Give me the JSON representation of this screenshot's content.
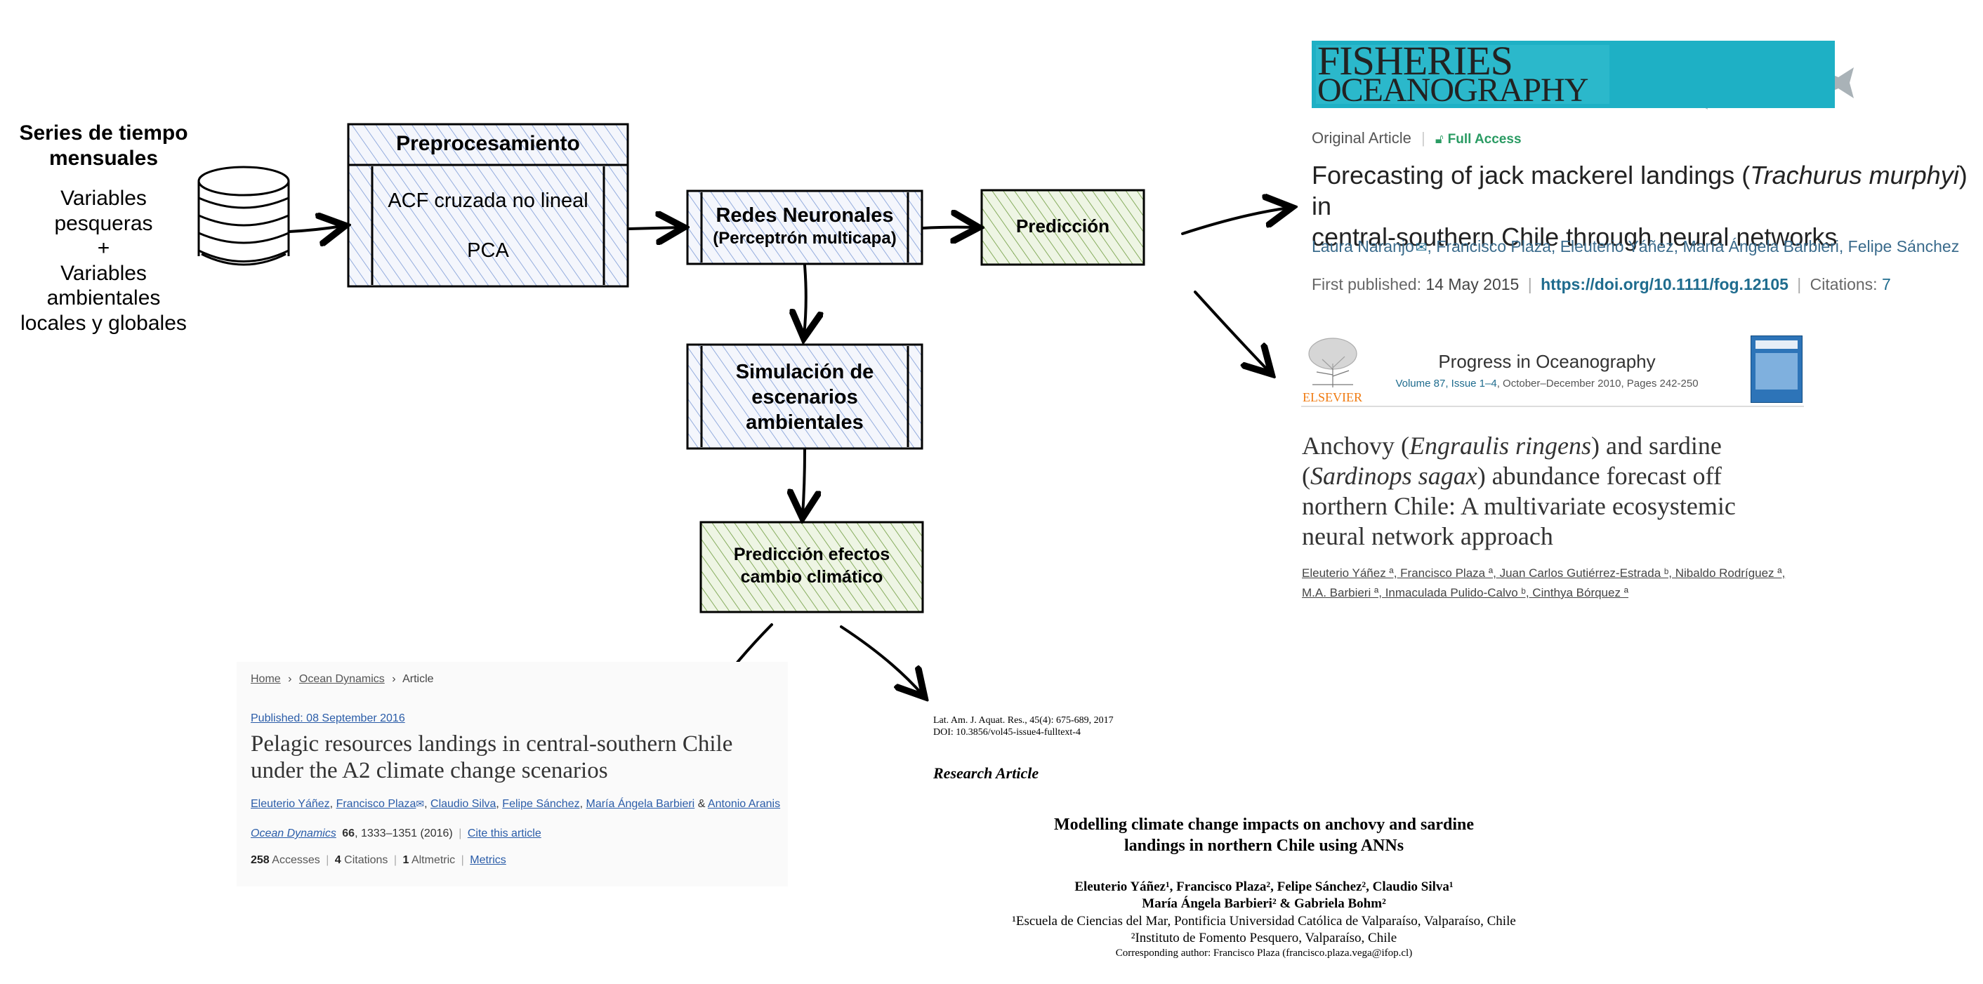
{
  "left_block": {
    "title_line1": "Series de tiempo",
    "title_line2": "mensuales",
    "vars_lines": [
      "Variables",
      "pesqueras",
      "+",
      "Variables",
      "ambientales",
      "locales y globales"
    ]
  },
  "flow": {
    "preprocessing": {
      "title": "Preprocesamiento",
      "item1": "ACF cruzada no lineal",
      "item2": "PCA"
    },
    "neural": {
      "line1": "Redes Neuronales",
      "line2": "(Perceptrón multicapa)"
    },
    "prediction": "Predicción",
    "simulation": {
      "line1": "Simulación de",
      "line2": "escenarios",
      "line3": "ambientales"
    },
    "climate": {
      "line1": "Predicción efectos",
      "line2": "cambio climático"
    }
  },
  "colors": {
    "blue_hatch": "#7c9ad6",
    "green_hatch": "#6c9a3c",
    "green_fill": "#eaf2df",
    "blue_fill": "#eef2fb",
    "wiley_teal": "#1eb0c5",
    "wiley_green": "#2a9b63",
    "wiley_link": "#1f6c8e",
    "elsevier_orange": "#f07a10"
  },
  "wiley": {
    "logo_line1": "FISHERIES",
    "logo_line2": "OCEANOGRAPHY",
    "type": "Original Article",
    "access": "Full Access",
    "title_part1": "Forecasting of jack mackerel landings (",
    "title_italic": "Trachurus murphyi",
    "title_part2": ") in",
    "title_line2": "central-southern Chile through neural networks",
    "author_first": "Laura Naranjo",
    "authors_rest": ", Francisco Plaza, Eleuterio Yáñez, María Ángela Barbieri, Felipe Sánchez",
    "published_label": "First published:",
    "published_date": "14 May 2015",
    "doi": "https://doi.org/10.1111/fog.12105",
    "citations_label": "Citations:",
    "citations": "7"
  },
  "elsevier": {
    "publisher": "ELSEVIER",
    "journal": "Progress in Oceanography",
    "volume_link": "Volume 87, Issue 1–4",
    "volume_rest": ", October–December 2010, Pages 242-250",
    "title_l1_a": "Anchovy (",
    "title_l1_i": "Engraulis ringens",
    "title_l1_b": ") and sardine",
    "title_l2_a": "(",
    "title_l2_i": "Sardinops sagax",
    "title_l2_b": ") abundance forecast off",
    "title_l3": "northern Chile: A multivariate ecosystemic",
    "title_l4": "neural network approach",
    "authors_l1": "Eleuterio Yáñez ª, Francisco Plaza ª, Juan Carlos Gutiérrez-Estrada ᵇ, Nibaldo Rodríguez ª,",
    "authors_l2": "M.A. Barbieri ª, Inmaculada Pulido-Calvo ᵇ, Cinthya Bórquez ª"
  },
  "springer": {
    "crumb_home": "Home",
    "crumb_journal": "Ocean Dynamics",
    "crumb_article": "Article",
    "published": "Published: 08 September 2016",
    "title_l1": "Pelagic resources landings in central-southern Chile",
    "title_l2": "under the A2 climate change scenarios",
    "authors_a": "Eleuterio Yáñez",
    "authors_b": "Francisco Plaza",
    "authors_c": "Claudio Silva",
    "authors_d": "Felipe Sánchez",
    "authors_e": "María Ángela Barbieri",
    "authors_amp": "&",
    "authors_f": "Antonio Aranis",
    "journal": "Ocean Dynamics",
    "volume": "66",
    "pages": ", 1333–1351 (2016)",
    "cite": "Cite this article",
    "accesses_n": "258",
    "accesses": "Accesses",
    "citations_n": "4",
    "citations": "Citations",
    "altmetric_n": "1",
    "altmetric": "Altmetric",
    "metrics": "Metrics"
  },
  "lajar": {
    "ref_line1": "Lat. Am. J. Aquat. Res., 45(4): 675-689, 2017",
    "ref_line2": "DOI: 10.3856/vol45-issue4-fulltext-4",
    "section": "Research Article",
    "title_l1": "Modelling climate change impacts on anchovy and sardine",
    "title_l2": "landings in northern Chile using ANNs",
    "authors_l1": "Eleuterio Yáñez¹, Francisco Plaza², Felipe Sánchez², Claudio Silva¹",
    "authors_l2": "María Ángela Barbieri² & Gabriela Bohm²",
    "aff1": "¹Escuela de Ciencias del Mar, Pontificia Universidad Católica de Valparaíso, Valparaíso, Chile",
    "aff2": "²Instituto de Fomento Pesquero, Valparaíso, Chile",
    "corresponding": "Corresponding author: Francisco Plaza (francisco.plaza.vega@ifop.cl)"
  }
}
